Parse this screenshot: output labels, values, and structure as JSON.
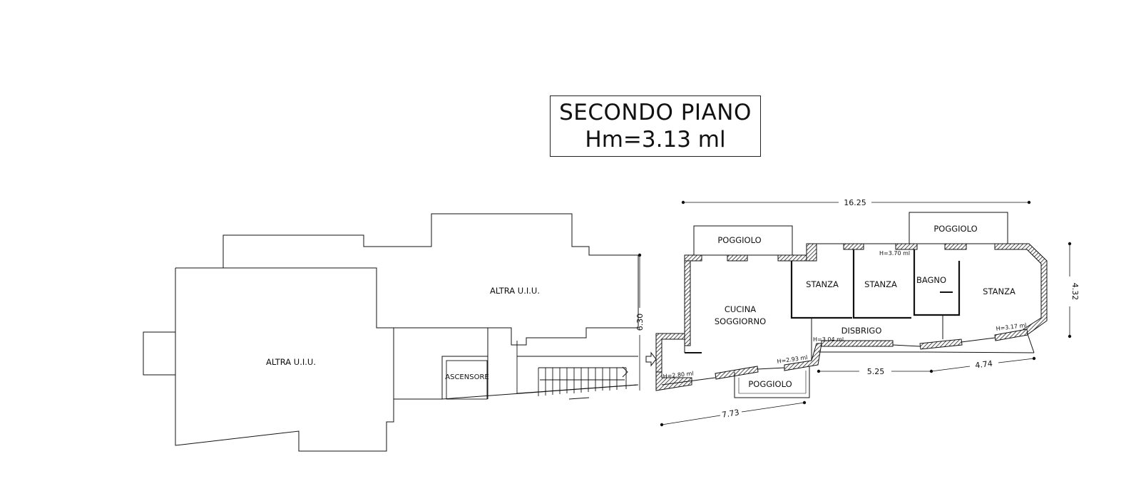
{
  "title": {
    "line1": "SECONDO PIANO",
    "line2": "Hm=3.13 ml"
  },
  "rooms": {
    "altra_uiu_left": "ALTRA U.I.U.",
    "altra_uiu_top": "ALTRA U.I.U.",
    "ascensore": "ASCENSORE",
    "cucina_line1": "CUCINA",
    "cucina_line2": "SOGGIORNO",
    "stanza_1": "STANZA",
    "stanza_2": "STANZA",
    "bagno": "BAGNO",
    "stanza_3": "STANZA",
    "disbrigo": "DISBRIGO",
    "poggiolo_1": "POGGIOLO",
    "poggiolo_2": "POGGIOLO",
    "poggiolo_3": "POGGIOLO"
  },
  "heights": {
    "h_370": "H=3.70 ml",
    "h_304": "H=3.04 ml",
    "h_293": "H=2.93 ml",
    "h_280": "H=2.80 ml",
    "h_317": "H=3.17 ml"
  },
  "dimensions": {
    "total_length": "16.25",
    "depth_right": "4.32",
    "depth_left": "6.30",
    "bottom_left": "7.73",
    "bottom_mid": "5.25",
    "bottom_right": "4.74"
  },
  "colors": {
    "line": "#111111",
    "hatch": "#222222",
    "paper": "#ffffff"
  }
}
